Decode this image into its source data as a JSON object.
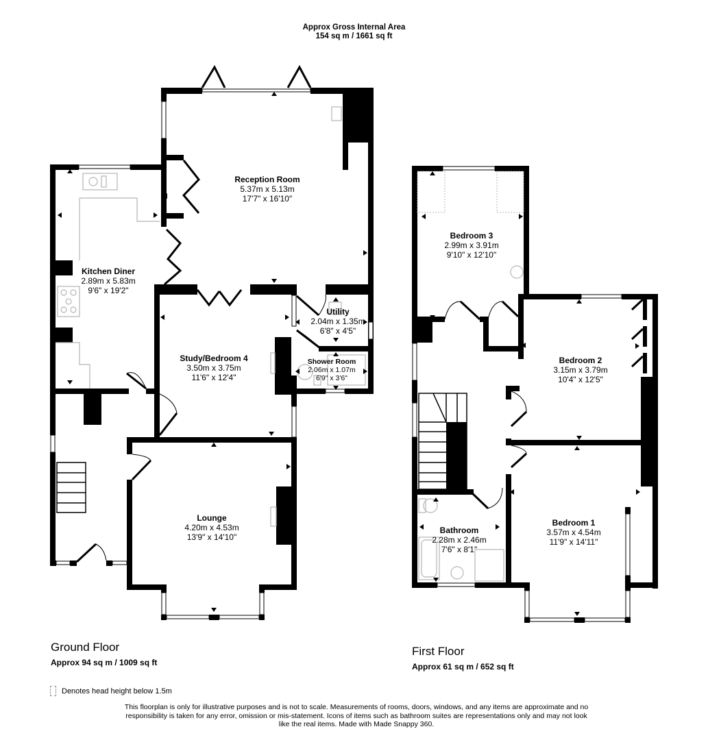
{
  "header": {
    "title": "Approx Gross Internal Area",
    "area": "154 sq m / 1661 sq ft"
  },
  "floors": [
    {
      "name": "Ground Floor",
      "area": "Approx 94 sq m / 1009 sq ft",
      "rooms": [
        {
          "name": "Reception Room",
          "metric": "5.37m x 5.13m",
          "imperial": "17'7\" x 16'10\""
        },
        {
          "name": "Kitchen Diner",
          "metric": "2.89m x 5.83m",
          "imperial": "9'6\" x 19'2\""
        },
        {
          "name": "Utility",
          "metric": "2.04m x 1.35m",
          "imperial": "6'8\" x 4'5\""
        },
        {
          "name": "Study/Bedroom 4",
          "metric": "3.50m x 3.75m",
          "imperial": "11'6\" x 12'4\""
        },
        {
          "name": "Shower Room",
          "metric": "2.06m x 1.07m",
          "imperial": "6'9\" x 3'6\""
        },
        {
          "name": "Lounge",
          "metric": "4.20m x 4.53m",
          "imperial": "13'9\" x 14'10\""
        }
      ]
    },
    {
      "name": "First Floor",
      "area": "Approx 61 sq m / 652 sq ft",
      "rooms": [
        {
          "name": "Bedroom 3",
          "metric": "2.99m x 3.91m",
          "imperial": "9'10\" x 12'10\""
        },
        {
          "name": "Bedroom 2",
          "metric": "3.15m x 3.79m",
          "imperial": "10'4\" x 12'5\""
        },
        {
          "name": "Bathroom",
          "metric": "2.28m x 2.46m",
          "imperial": "7'6\" x 8'1\""
        },
        {
          "name": "Bedroom 1",
          "metric": "3.57m x 4.54m",
          "imperial": "11'9\" x 14'11\""
        }
      ]
    }
  ],
  "legend": {
    "icon": "dashed-box-icon",
    "text": "Denotes head height below 1.5m"
  },
  "disclaimer": "This floorplan is only for illustrative purposes and is not to scale. Measurements of rooms, doors, windows, and any items are approximate and no responsibility is taken for any error, omission or mis-statement. Icons of items such as bathroom suites are representations only and may not look like the real items. Made with Made Snappy 360.",
  "colors": {
    "wall": "#000000",
    "fixture": "#b5b5b5",
    "background": "#ffffff"
  }
}
